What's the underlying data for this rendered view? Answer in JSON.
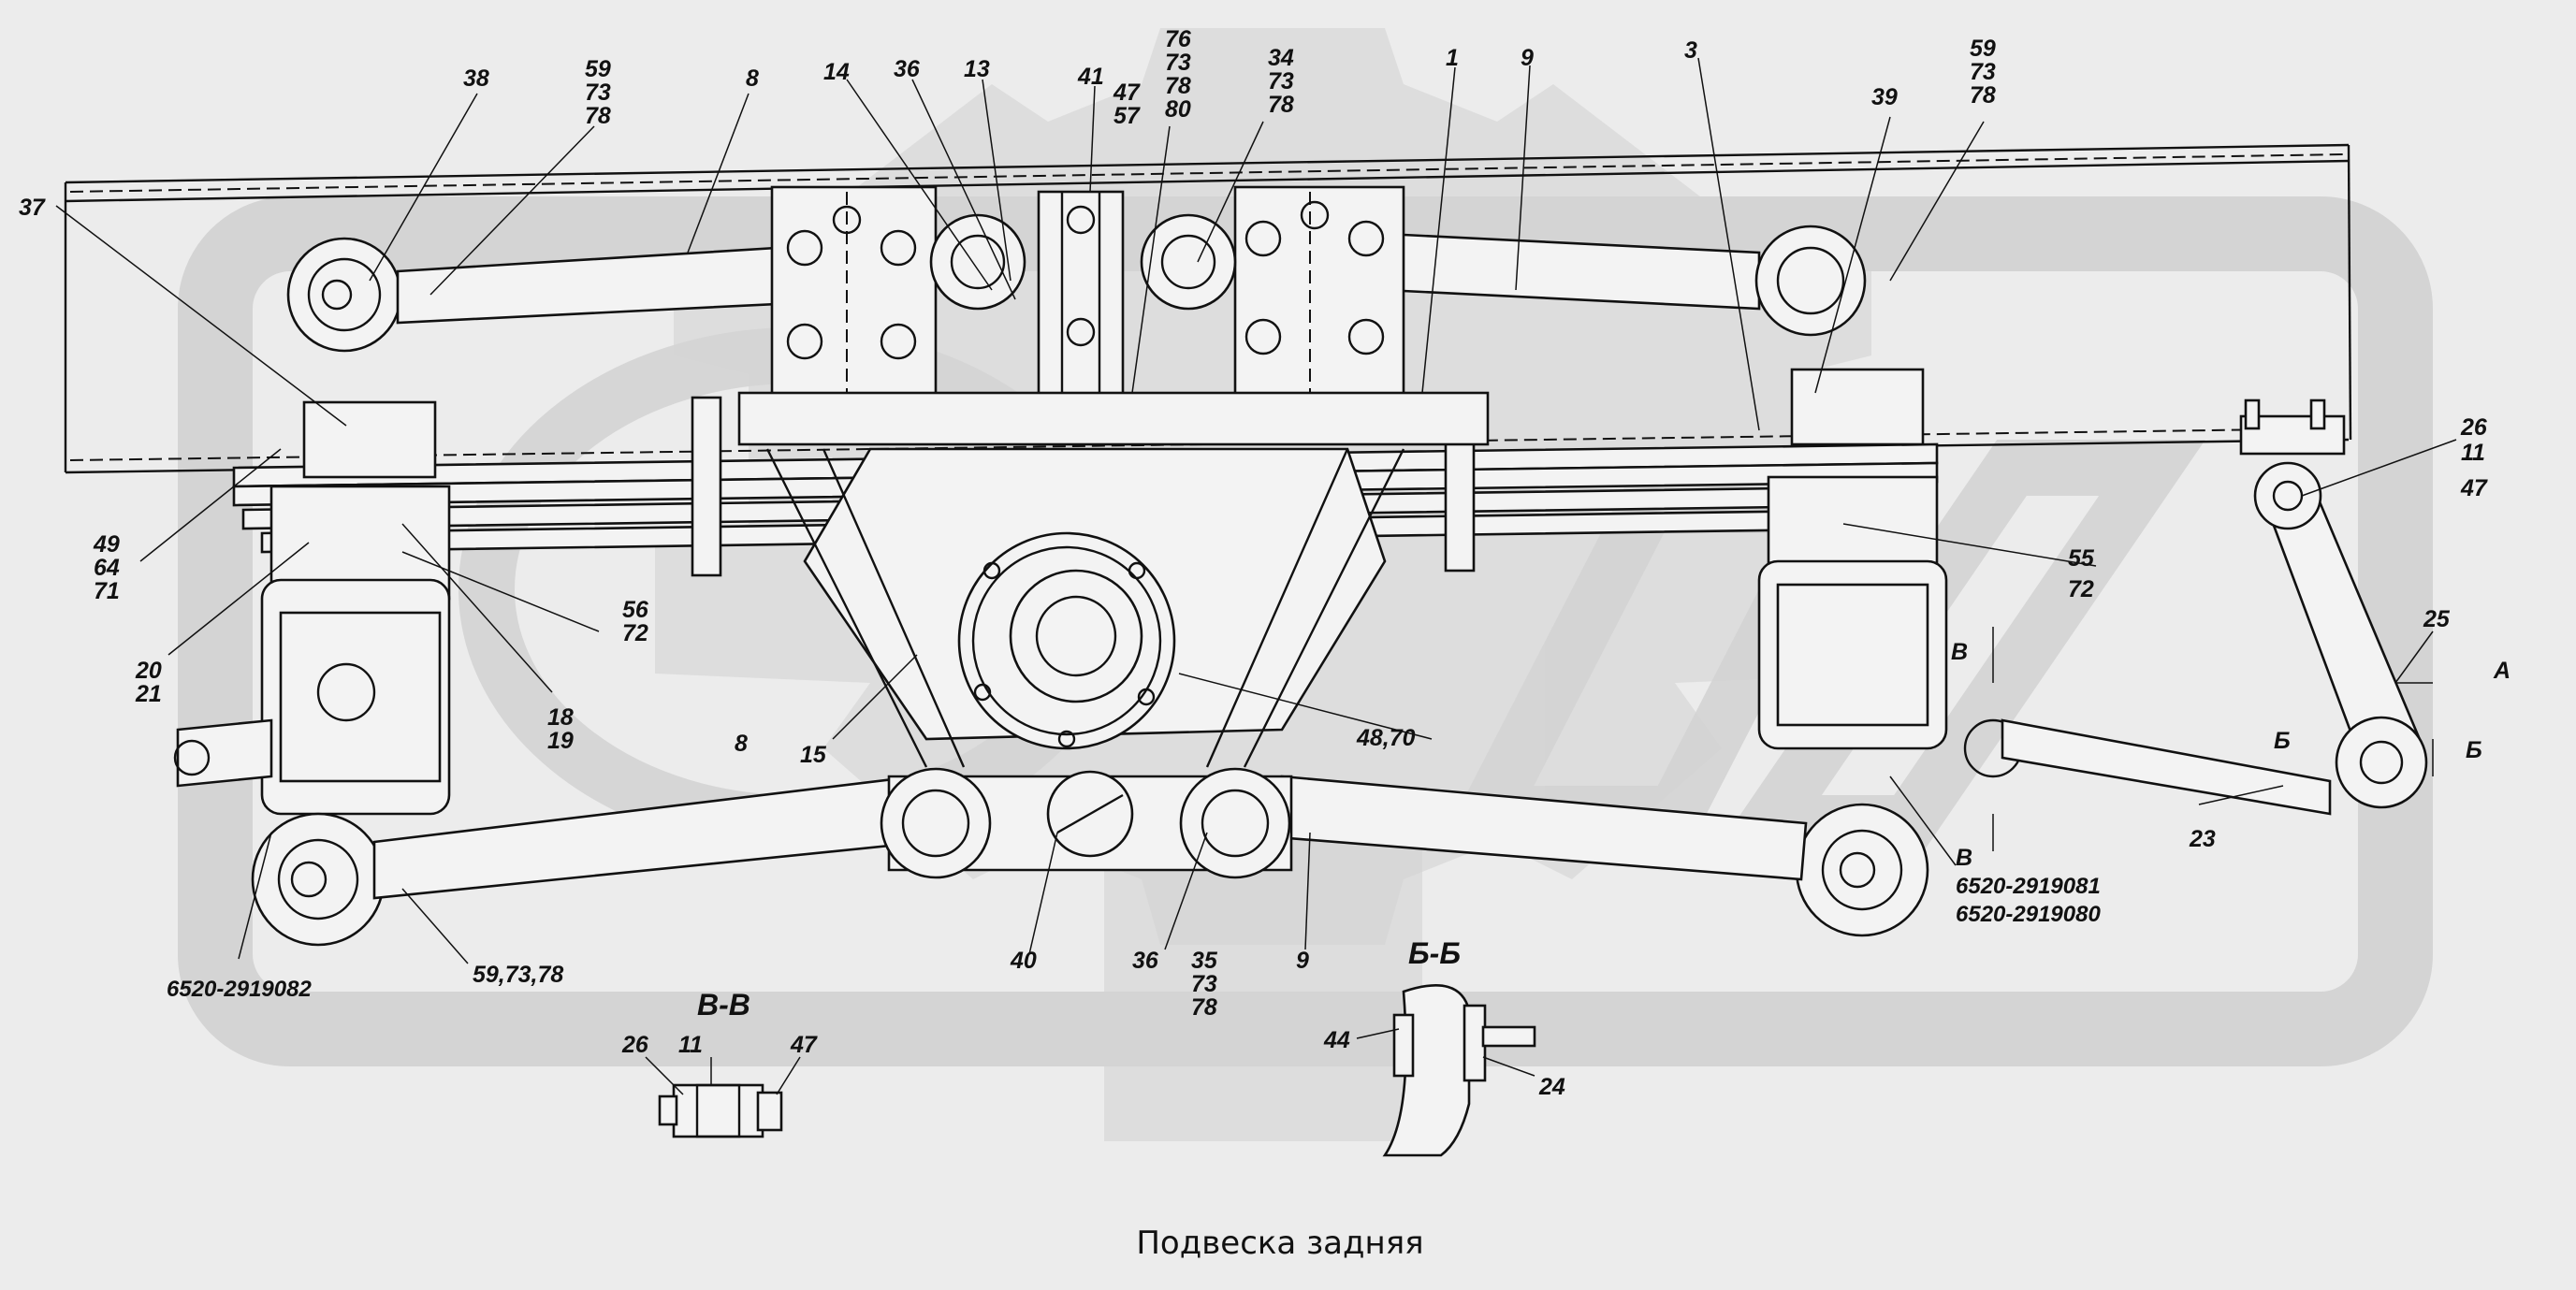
{
  "caption": "Подвеска задняя",
  "callouts": [
    {
      "text": "38"
    },
    {
      "text": "59"
    },
    {
      "text": "73"
    },
    {
      "text": "78"
    },
    {
      "text": "8"
    },
    {
      "text": "14"
    },
    {
      "text": "36"
    },
    {
      "text": "13"
    },
    {
      "text": "41"
    },
    {
      "text": "47"
    },
    {
      "text": "57"
    },
    {
      "text": "76"
    },
    {
      "text": "73"
    },
    {
      "text": "78"
    },
    {
      "text": "80"
    },
    {
      "text": "34"
    },
    {
      "text": "73"
    },
    {
      "text": "78"
    },
    {
      "text": "1"
    },
    {
      "text": "9"
    },
    {
      "text": "3"
    },
    {
      "text": "39"
    },
    {
      "text": "59"
    },
    {
      "text": "73"
    },
    {
      "text": "78"
    },
    {
      "text": "37"
    },
    {
      "text": "49"
    },
    {
      "text": "64"
    },
    {
      "text": "71"
    },
    {
      "text": "20"
    },
    {
      "text": "21"
    },
    {
      "text": "56"
    },
    {
      "text": "72"
    },
    {
      "text": "18"
    },
    {
      "text": "19"
    },
    {
      "text": "15"
    },
    {
      "text": "48,70"
    },
    {
      "text": "8"
    },
    {
      "text": "55"
    },
    {
      "text": "72"
    },
    {
      "text": "26"
    },
    {
      "text": "11"
    },
    {
      "text": "47"
    },
    {
      "text": "25"
    },
    {
      "text": "А"
    },
    {
      "text": "В"
    },
    {
      "text": "Б"
    },
    {
      "text": "Б"
    },
    {
      "text": "23"
    },
    {
      "text": "В"
    },
    {
      "text": "59,73,78"
    },
    {
      "text": "40"
    },
    {
      "text": "36"
    },
    {
      "text": "35"
    },
    {
      "text": "73"
    },
    {
      "text": "78"
    },
    {
      "text": "9"
    },
    {
      "text": "26"
    },
    {
      "text": "11"
    },
    {
      "text": "47"
    },
    {
      "text": "44"
    },
    {
      "text": "24"
    }
  ],
  "part_numbers": [
    "6520-2919082",
    "6520-2919081",
    "6520-2919080"
  ],
  "section_titles": [
    "В-В",
    "Б-Б"
  ]
}
